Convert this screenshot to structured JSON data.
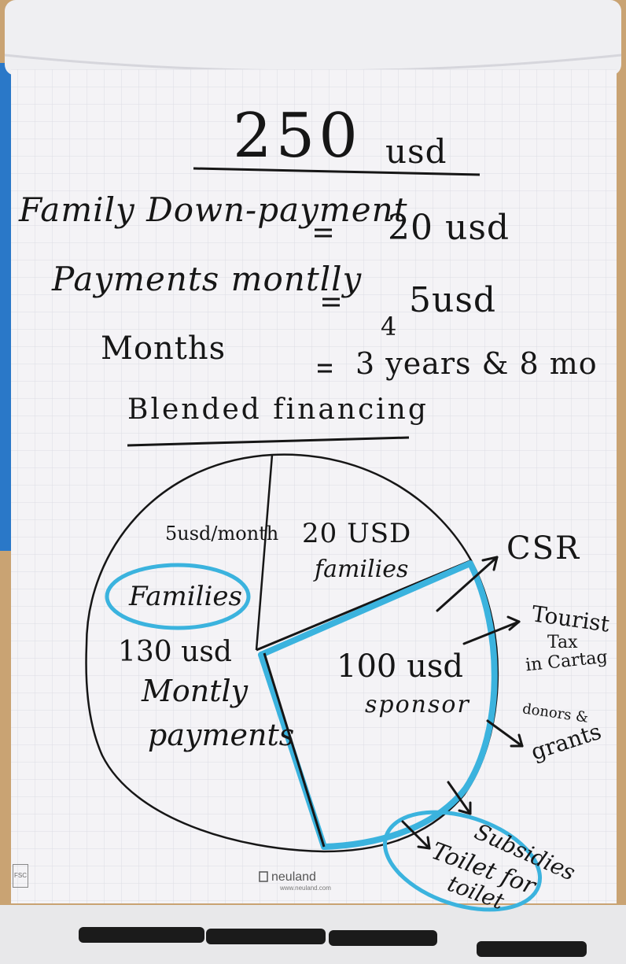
{
  "flipchart": {
    "title_number": "250",
    "title_unit": "usd",
    "rows": [
      {
        "label": "Family Down-payment",
        "value": "20 usd"
      },
      {
        "label": "Payments montlly",
        "value": "5usd"
      },
      {
        "label": "Months",
        "value": "3 years & 8 mo"
      }
    ],
    "equals": "=",
    "months_correction": "4",
    "subhead": "Blended financing"
  },
  "pie": {
    "slice_5usd": "5usd/month",
    "slice_20usd": "20 USD",
    "slice_20usd_families": "families",
    "families_circled": "Families",
    "slice_130": "130 usd",
    "slice_130_montly": "Montly",
    "slice_130_payments": "payments",
    "slice_100": "100 usd",
    "slice_100_sponsor": "sponsor"
  },
  "sources": {
    "csr": "CSR",
    "tourist": "Tourist",
    "tax": "Tax",
    "cartagena": "in Cartag",
    "donors": "donors &",
    "grants": "grants",
    "subsidies": "Subsidies",
    "toilet_line1": "Toilet for",
    "toilet_line2": "toilet"
  },
  "branding": {
    "logo": "neuland",
    "logo_url": "www.neuland.com",
    "fsc": "FSC"
  },
  "colors": {
    "ink": "#161616",
    "highlight": "#3bb3de",
    "paper": "#f4f3f6",
    "grid": "#dcdce4"
  }
}
